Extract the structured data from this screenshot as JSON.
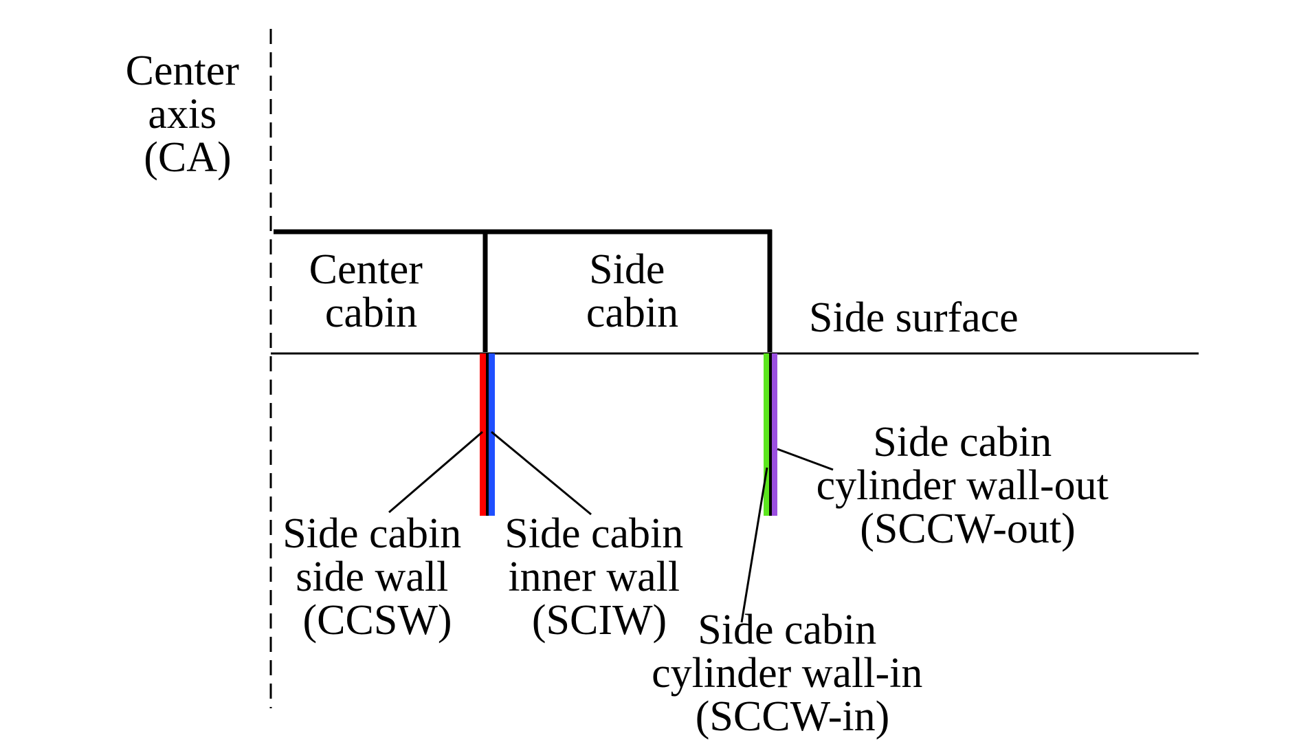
{
  "labels": {
    "center_axis": [
      "Center",
      "axis",
      "(CA)"
    ],
    "center_cabin": [
      "Center",
      "cabin"
    ],
    "side_cabin": [
      "Side",
      "cabin"
    ],
    "side_surface": "Side surface",
    "ccsw": [
      "Side cabin",
      "side wall",
      "(CCSW)"
    ],
    "sciw": [
      "Side cabin",
      "inner wall",
      "(SCIW)"
    ],
    "sccw_out": [
      "Side cabin",
      "cylinder wall-out",
      "(SCCW-out)"
    ],
    "sccw_in": [
      "Side cabin",
      "cylinder wall-in",
      "(SCCW-in)"
    ]
  },
  "colors": {
    "ccsw": "#ff0000",
    "sciw": "#1f4fff",
    "sccw_in": "#5ce61e",
    "sccw_out": "#9b4fe0",
    "structure": "#000000"
  }
}
